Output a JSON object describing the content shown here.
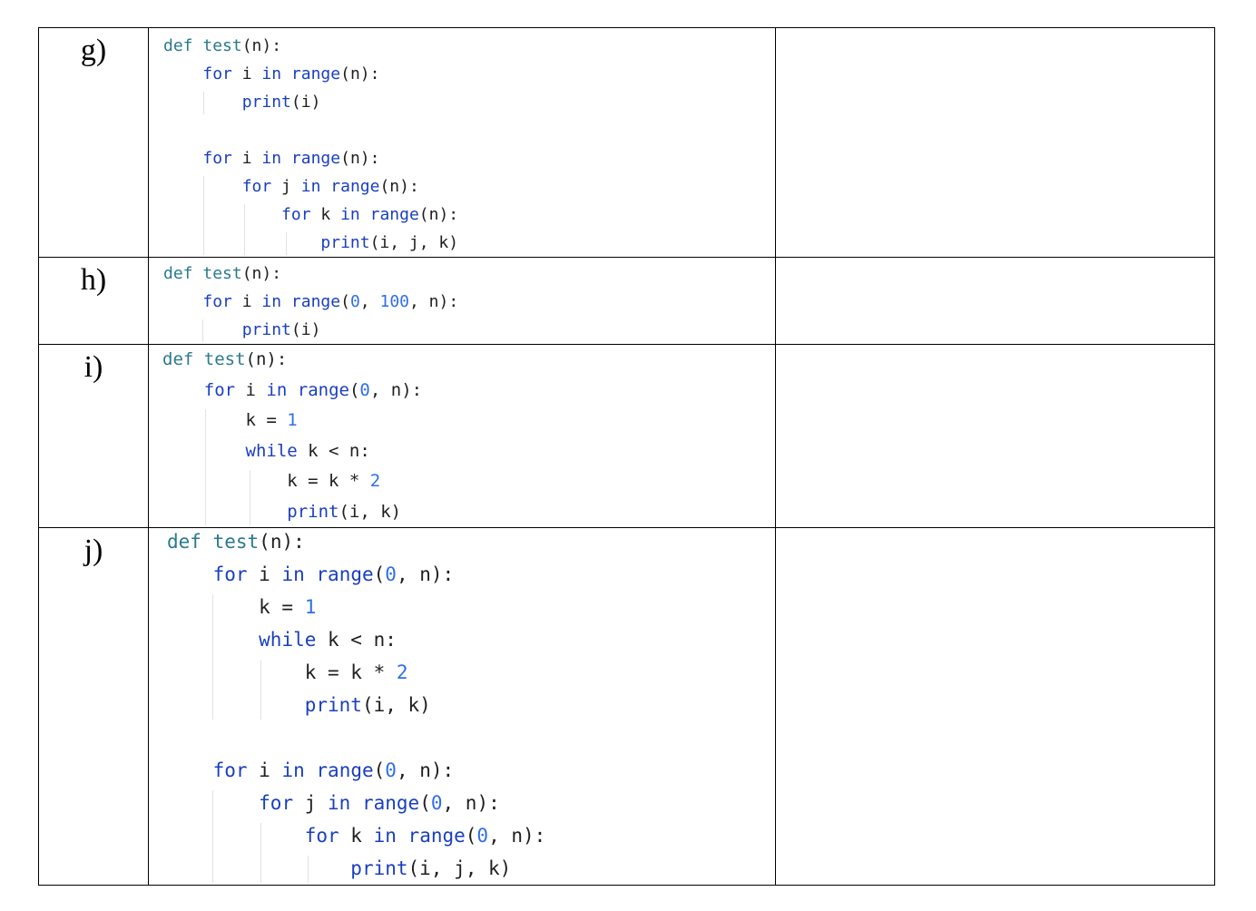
{
  "rows": [
    {
      "label": "g)",
      "code": [
        "def test(n):",
        "    for i in range(n):",
        "        print(i)",
        "",
        "    for i in range(n):",
        "        for j in range(n):",
        "            for k in range(n):",
        "                print(i, j, k)"
      ],
      "answer": ""
    },
    {
      "label": "h)",
      "code": [
        "def test(n):",
        "    for i in range(0, 100, n):",
        "        print(i)"
      ],
      "answer": ""
    },
    {
      "label": "i)",
      "code": [
        "def test(n):",
        "    for i in range(0, n):",
        "        k = 1",
        "        while k < n:",
        "            k = k * 2",
        "            print(i, k)"
      ],
      "answer": ""
    },
    {
      "label": "j)",
      "code": [
        "def test(n):",
        "    for i in range(0, n):",
        "        k = 1",
        "        while k < n:",
        "            k = k * 2",
        "            print(i, k)",
        "",
        "    for i in range(0, n):",
        "        for j in range(0, n):",
        "            for k in range(0, n):",
        "                print(i, j, k)"
      ],
      "answer": ""
    }
  ],
  "colors": {
    "keyword": "#1a3fbf",
    "def_keyword": "#2a7a8c",
    "number": "#2f6fe8",
    "text": "#1f1f1f",
    "border": "#000000"
  }
}
